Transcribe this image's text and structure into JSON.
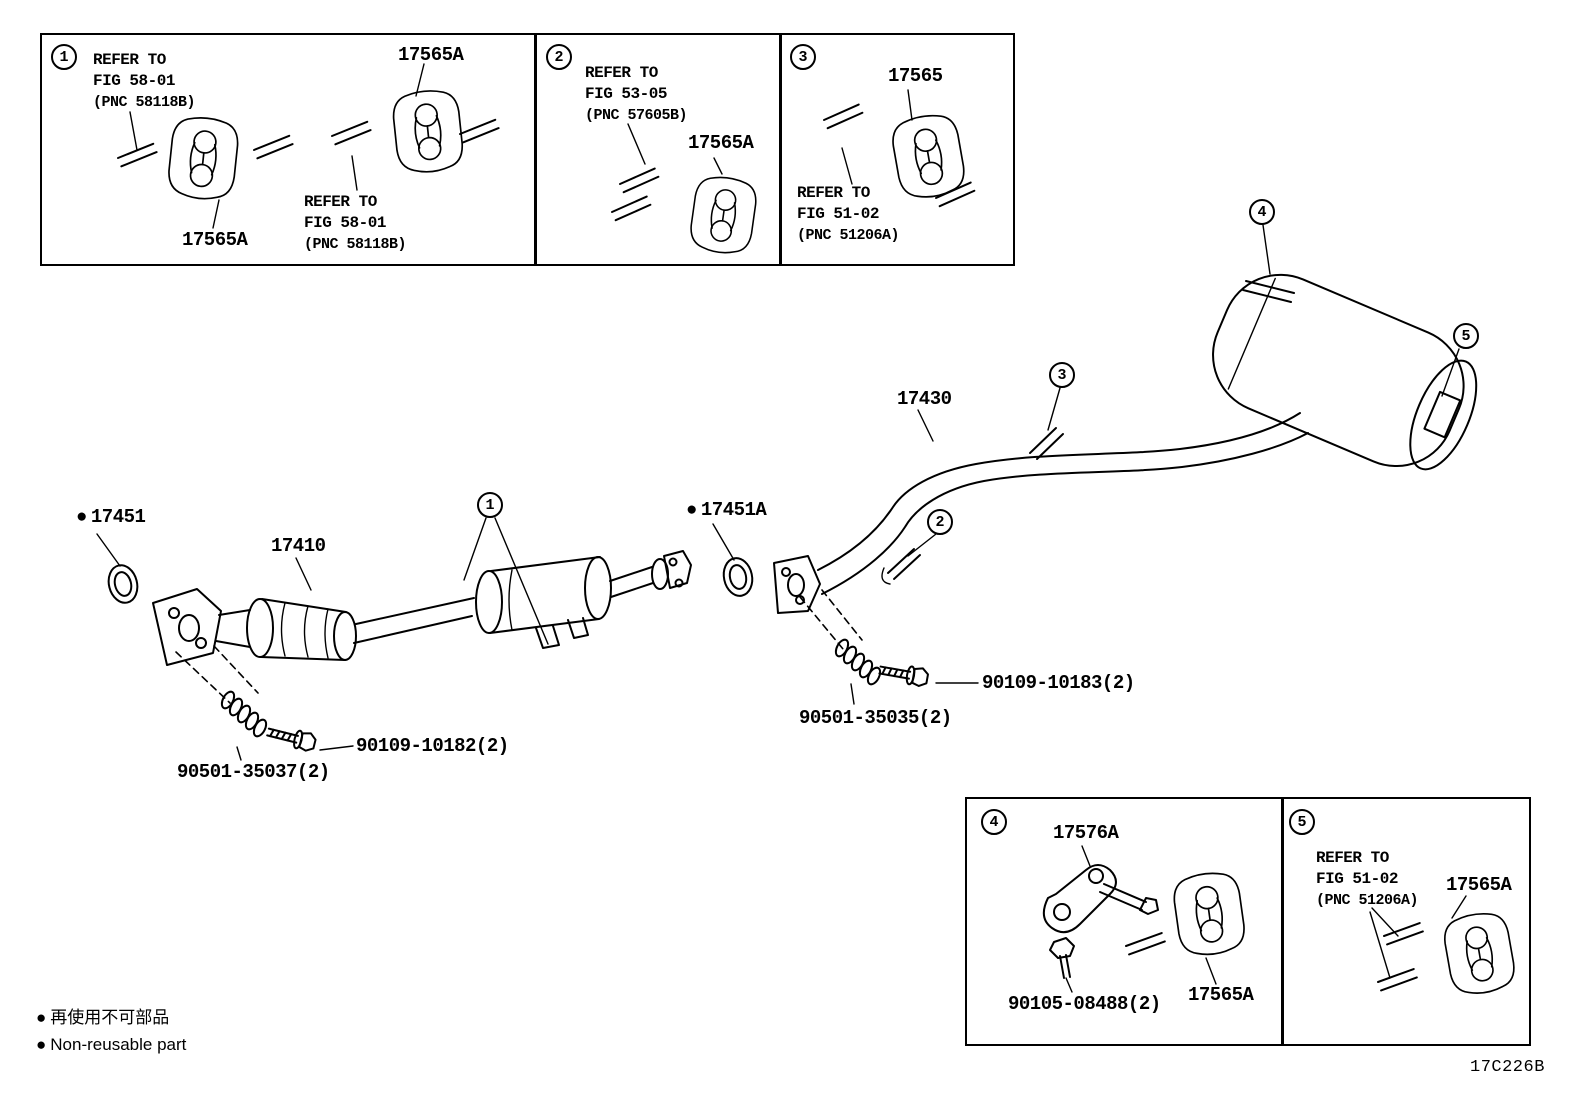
{
  "footer": {
    "code": "17C226B"
  },
  "legend": {
    "bullet": "●",
    "jp": "再使用不可部品",
    "en": "Non-reusable part"
  },
  "callouts": {
    "c1": "1",
    "c2": "2",
    "c3": "3",
    "c4": "4",
    "c5": "5"
  },
  "insets": {
    "box1": {
      "refer_top": [
        "REFER TO",
        "FIG 58-01",
        "(PNC 58118B)"
      ],
      "part_top": "17565A",
      "refer_bottom": [
        "REFER TO",
        "FIG 58-01",
        "(PNC 58118B)"
      ],
      "part_bottom": "17565A"
    },
    "box2": {
      "refer": [
        "REFER TO",
        "FIG 53-05",
        "(PNC 57605B)"
      ],
      "part": "17565A"
    },
    "box3": {
      "part": "17565",
      "refer": [
        "REFER TO",
        "FIG 51-02",
        "(PNC 51206A)"
      ]
    },
    "box4": {
      "part_bracket": "17576A",
      "part_bolt": "90105-08488(2)",
      "part_hanger": "17565A"
    },
    "box5": {
      "refer": [
        "REFER TO",
        "FIG 51-02",
        "(PNC 51206A)"
      ],
      "part": "17565A"
    }
  },
  "main": {
    "gasket_front": "17451",
    "front_pipe": "17410",
    "gasket_rear": "17451A",
    "tail_pipe": "17430",
    "bolt_rear": "90109-10183(2)",
    "spring_rear": "90501-35035(2)",
    "bolt_front": "90109-10182(2)",
    "spring_front": "90501-35037(2)"
  }
}
